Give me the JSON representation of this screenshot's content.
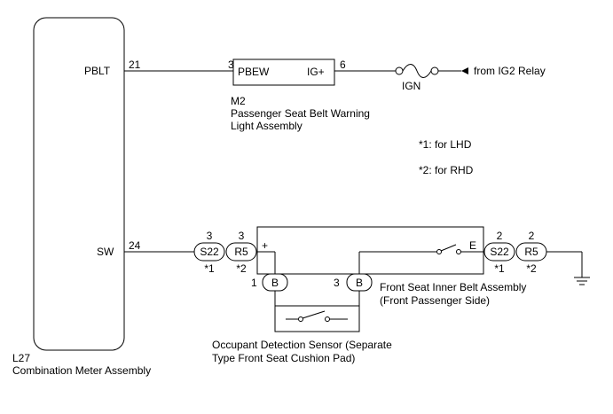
{
  "meter": {
    "ref": "L27",
    "name": "Combination Meter Assembly",
    "pins": [
      {
        "label": "PBLT",
        "num": "21"
      },
      {
        "label": "SW",
        "num": "24"
      }
    ]
  },
  "warning_light": {
    "ref": "M2",
    "name_line1": "Passenger Seat Belt Warning",
    "name_line2": "Light Assembly",
    "pin_left": {
      "num": "3",
      "label": "PBEW"
    },
    "pin_right": {
      "num": "6",
      "label": "IG+"
    }
  },
  "fuse": {
    "label": "IGN"
  },
  "source": {
    "label": "from IG2 Relay"
  },
  "notes": [
    "*1: for LHD",
    "*2: for RHD"
  ],
  "connectors_left": [
    {
      "num": "3",
      "code": "S22",
      "note": "*1"
    },
    {
      "num": "3",
      "code": "R5",
      "note": "*2"
    }
  ],
  "connectors_right": [
    {
      "num": "2",
      "code": "S22",
      "note": "*1"
    },
    {
      "num": "2",
      "code": "R5",
      "note": "*2"
    }
  ],
  "buckle": {
    "name_line1": "Front Seat Inner Belt Assembly",
    "name_line2": "(Front Passenger Side)",
    "plus_label": "+",
    "e_label": "E",
    "b_connectors": [
      {
        "num": "1",
        "code": "B"
      },
      {
        "num": "3",
        "code": "B"
      }
    ]
  },
  "sensor": {
    "name_line1": "Occupant Detection Sensor (Separate",
    "name_line2": "Type Front Seat Cushion Pad)"
  }
}
